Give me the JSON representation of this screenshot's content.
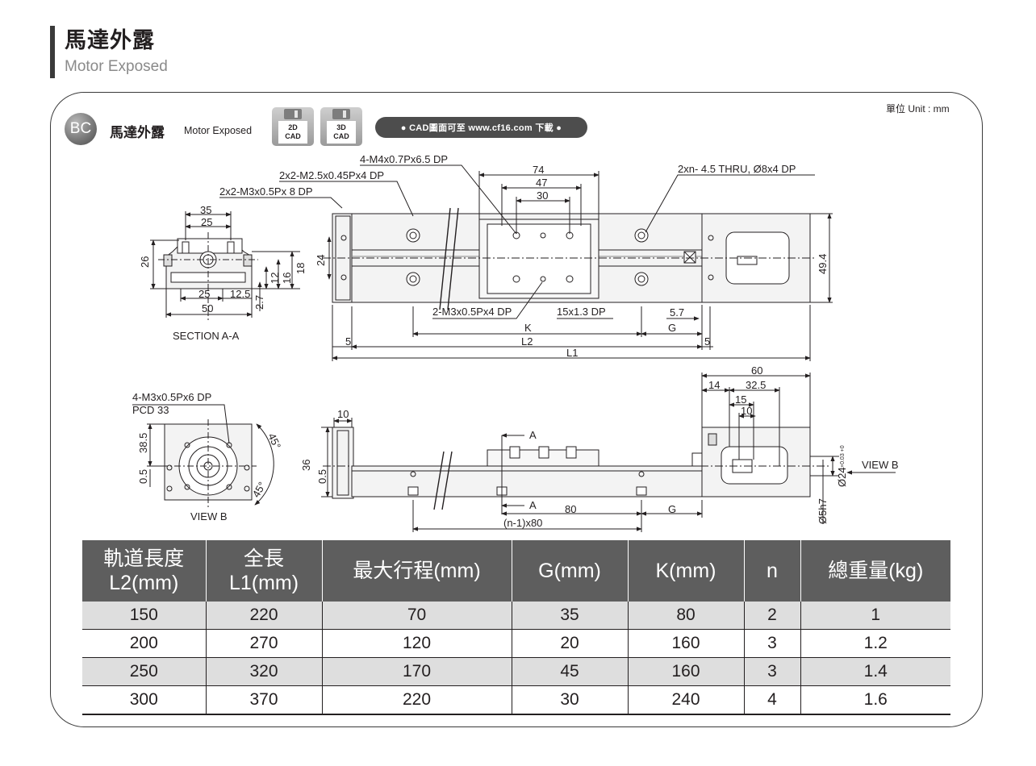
{
  "header": {
    "title": "馬達外露",
    "subtitle": "Motor Exposed"
  },
  "unit": "單位 Unit : mm",
  "section": {
    "badge": "BC",
    "title": "馬達外露",
    "subtitle": "Motor Exposed",
    "cad_buttons": [
      {
        "line1": "2D",
        "line2": "CAD"
      },
      {
        "line1": "3D",
        "line2": "CAD"
      }
    ],
    "download_note": "● CAD圖面可至 www.cf16.com 下載 ●"
  },
  "drawing": {
    "section_label": "SECTION A-A",
    "view_label": "VIEW B",
    "view_b_arrow": "VIEW B",
    "callouts": {
      "m4": "4-M4x0.7Px6.5 DP",
      "m25": "2x2-M2.5x0.45Px4 DP",
      "m3": "2x2-M3x0.5Px 8 DP",
      "thru": "2xn- 4.5 THRU, Ø8x4 DP",
      "m3_dp4": "2-M3x0.5Px4 DP",
      "slot": "15x1.3 DP",
      "m3_dp6": "4-M3x0.5Px6 DP",
      "pcd": "PCD 33"
    },
    "dims": {
      "d74": "74",
      "d47": "47",
      "d30": "30",
      "d35": "35",
      "d25a": "25",
      "d26": "26",
      "d24": "24",
      "d12": "12",
      "d16": "16",
      "d18": "18",
      "d25b": "25",
      "d12_5": "12.5",
      "d50": "50",
      "d2_7": "2.7",
      "d49_4": "49.4",
      "d5_7": "5.7",
      "k": "K",
      "g": "G",
      "l2": "L2",
      "l1": "L1",
      "d5a": "5",
      "d5b": "5",
      "d60": "60",
      "d14": "14",
      "d32_5": "32.5",
      "d15": "15",
      "d10a": "10",
      "d10b": "10",
      "d38_5": "38.5",
      "d0_5a": "0.5",
      "d36": "36",
      "d0_5b": "0.5",
      "a1": "A",
      "a2": "A",
      "d80": "80",
      "g2": "G",
      "n80": "(n-1)x80",
      "dia24": "Ø24",
      "tol": "+0.03 +0",
      "dia5": "Ø5h7",
      "deg1": "45°",
      "deg2": "45°"
    }
  },
  "table": {
    "headers": [
      [
        "軌道長度",
        "L2(mm)"
      ],
      [
        "全長",
        "L1(mm)"
      ],
      [
        "最大行程(mm)"
      ],
      [
        "G(mm)"
      ],
      [
        "K(mm)"
      ],
      [
        "n"
      ],
      [
        "總重量(kg)"
      ]
    ],
    "rows": [
      [
        "150",
        "220",
        "70",
        "35",
        "80",
        "2",
        "1"
      ],
      [
        "200",
        "270",
        "120",
        "20",
        "160",
        "3",
        "1.2"
      ],
      [
        "250",
        "320",
        "170",
        "45",
        "160",
        "3",
        "1.4"
      ],
      [
        "300",
        "370",
        "220",
        "30",
        "240",
        "4",
        "1.6"
      ]
    ]
  }
}
